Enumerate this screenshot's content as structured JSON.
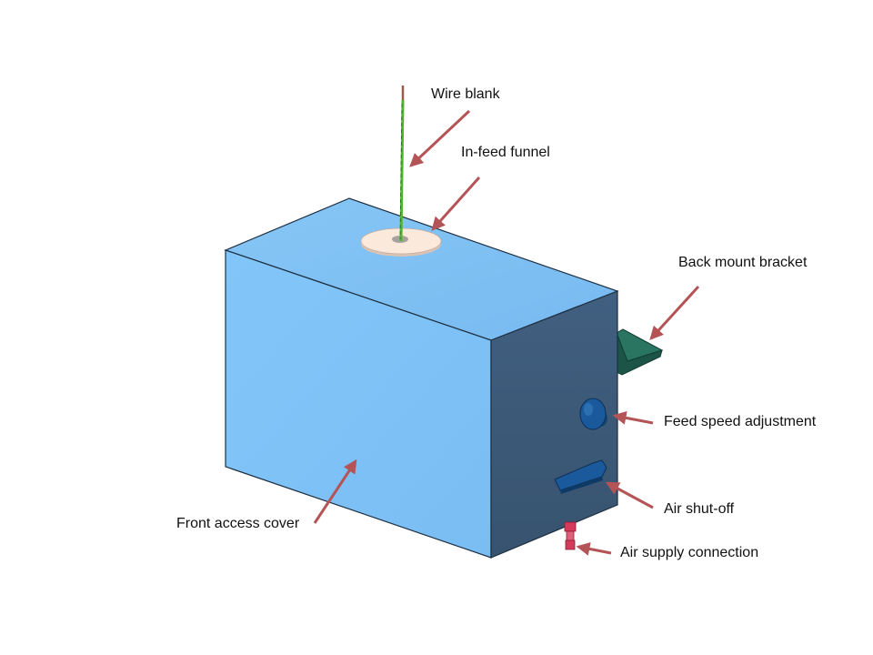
{
  "labels": {
    "wire_blank": "Wire blank",
    "in_feed_funnel": "In-feed funnel",
    "back_mount_bracket": "Back mount bracket",
    "feed_speed_adjustment": "Feed speed adjustment",
    "air_shut_off": "Air shut-off",
    "air_supply_connection": "Air supply connection",
    "front_access_cover": "Front access cover"
  },
  "colors": {
    "box_front": "#7fc4f8",
    "box_top": "#7dbdf2",
    "box_side": "#3d5d7e",
    "edge": "#1e2f40",
    "funnel": "#fbe9dc",
    "wire": "#4fb52e",
    "bracket": "#1f5e4e",
    "knob": "#1a5a9c",
    "connector": "#d43a5a",
    "arrow": "#b55457"
  }
}
